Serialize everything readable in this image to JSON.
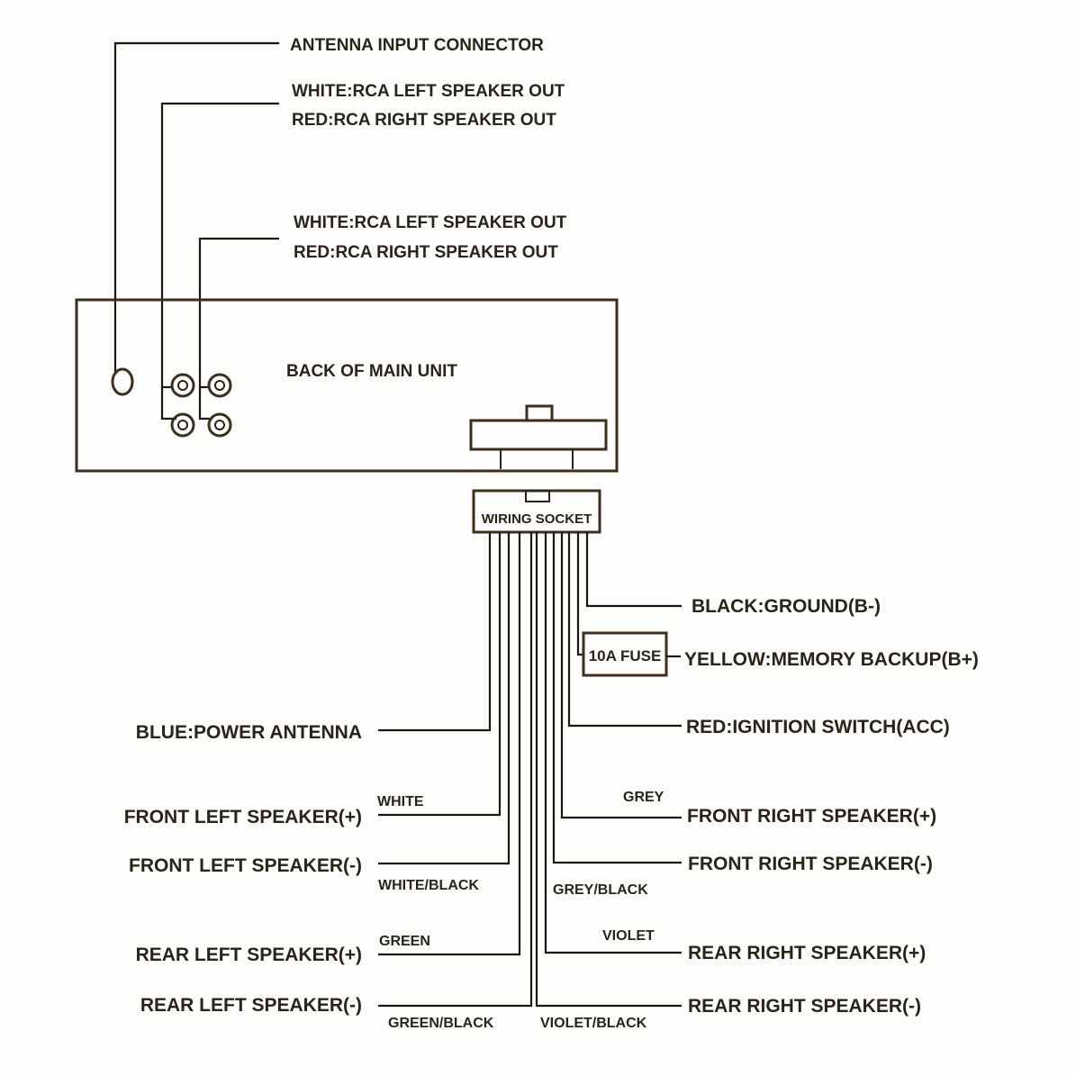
{
  "diagram": {
    "top_labels": {
      "antenna": "ANTENNA INPUT CONNECTOR",
      "rca1_line1": "WHITE:RCA LEFT SPEAKER OUT",
      "rca1_line2": "RED:RCA RIGHT SPEAKER OUT",
      "rca2_line1": "WHITE:RCA LEFT SPEAKER OUT",
      "rca2_line2": "RED:RCA RIGHT SPEAKER OUT"
    },
    "main_unit_label": "BACK OF MAIN UNIT",
    "socket_label": "WIRING SOCKET",
    "fuse_label": "10A FUSE",
    "right_labels": {
      "ground": "BLACK:GROUND(B-)",
      "memory": "YELLOW:MEMORY BACKUP(B+)",
      "ignition": "RED:IGNITION SWITCH(ACC)",
      "front_right_pos": "FRONT RIGHT SPEAKER(+)",
      "front_right_neg": "FRONT RIGHT SPEAKER(-)",
      "rear_right_pos": "REAR RIGHT SPEAKER(+)",
      "rear_right_neg": "REAR RIGHT SPEAKER(-)"
    },
    "left_labels": {
      "power_antenna": "BLUE:POWER ANTENNA",
      "front_left_pos": "FRONT  LEFT SPEAKER(+)",
      "front_left_neg": "FRONT  LEFT SPEAKER(-)",
      "rear_left_pos": "REAR LEFT SPEAKER(+)",
      "rear_left_neg": "REAR LEFT SPEAKER(-)"
    },
    "wire_colors": {
      "white": "WHITE",
      "white_black": "WHITE/BLACK",
      "green": "GREEN",
      "green_black": "GREEN/BLACK",
      "grey": "GREY",
      "grey_black": "GREY/BLACK",
      "violet": "VIOLET",
      "violet_black": "VIOLET/BLACK"
    }
  }
}
